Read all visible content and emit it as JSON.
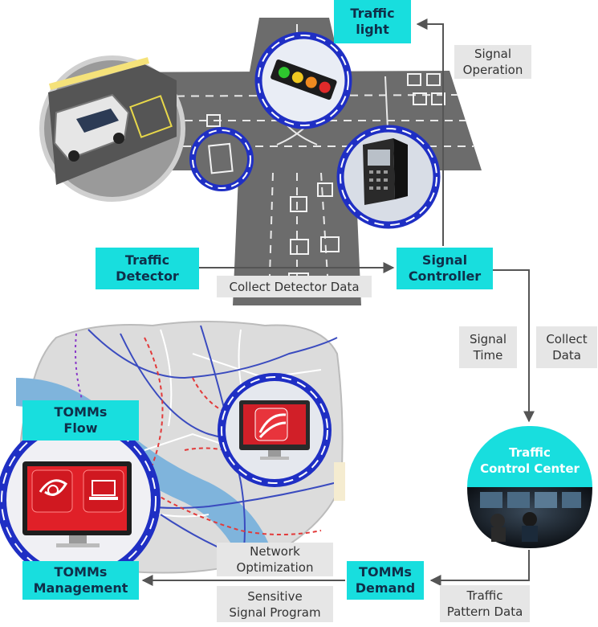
{
  "labels": {
    "traffic_light": "Traffic\nlight",
    "signal_operation": "Signal\nOperation",
    "traffic_detector": "Traffic\nDetector",
    "signal_controller": "Signal\nController",
    "collect_detector_data": "Collect Detector Data",
    "signal_time": "Signal\nTime",
    "collect_data": "Collect\nData",
    "traffic_control_center": "Traffic\nControl Center",
    "tomms_flow": "TOMMs\nFlow",
    "network_optimization": "Network\nOptimization",
    "tomms_management": "TOMMs\nManagement",
    "tomms_demand": "TOMMs\nDemand",
    "traffic_pattern_data": "Traffic\nPattern Data",
    "sensitive_signal_program": "Sensitive\nSignal Program"
  },
  "colors": {
    "label_cyan": "#18dede",
    "label_text": "#0f2f4a",
    "grey_box": "#e6e6e6",
    "ring_blue": "#1f2fc4",
    "road": "#6c6c6c",
    "arrow": "#555555",
    "app_red": "#e0202a"
  },
  "icons": [
    "traffic-light-icon",
    "detector-loop-icon",
    "signal-cabinet-icon",
    "car-icon",
    "tomms-app-icon",
    "monitor-icon"
  ]
}
